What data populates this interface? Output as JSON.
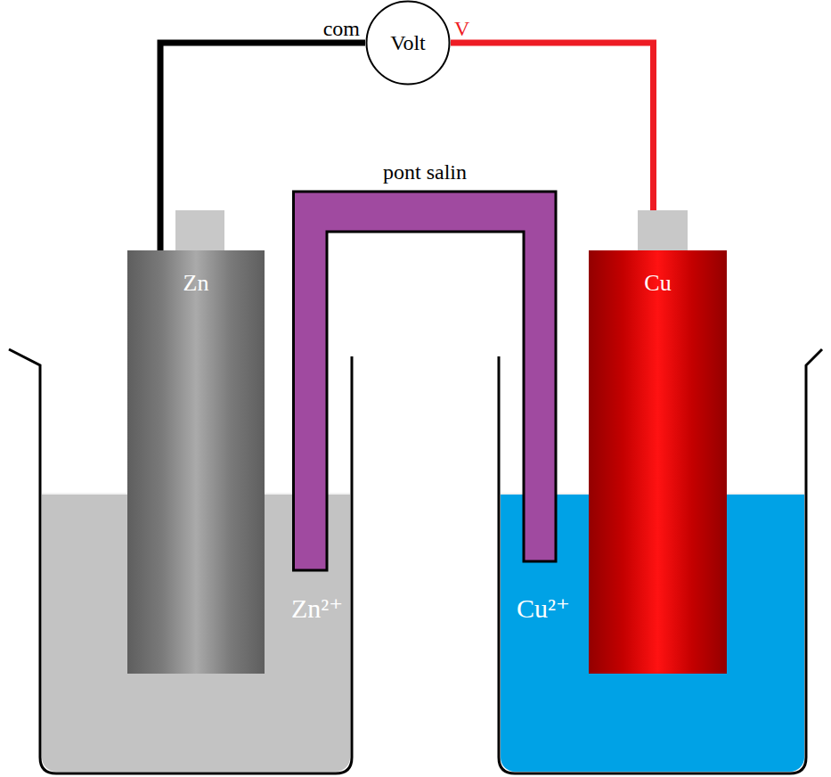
{
  "diagram": {
    "nodes": [
      {
        "text": [
          "Volt"
        ]
      },
      {
        "text": [
          "pont salin"
        ]
      },
      {
        "text": [
          "Zn"
        ]
      },
      {
        "text": [
          "Cu"
        ]
      },
      {
        "text": [
          "Zn²⁺"
        ]
      },
      {
        "text": [
          "Cu²⁺"
        ]
      }
    ],
    "edges": [
      {
        "from": 0,
        "to": 2,
        "label": "com",
        "arrow": "none"
      },
      {
        "from": 0,
        "to": 3,
        "label": "V",
        "arrow": "none"
      }
    ]
  }
}
